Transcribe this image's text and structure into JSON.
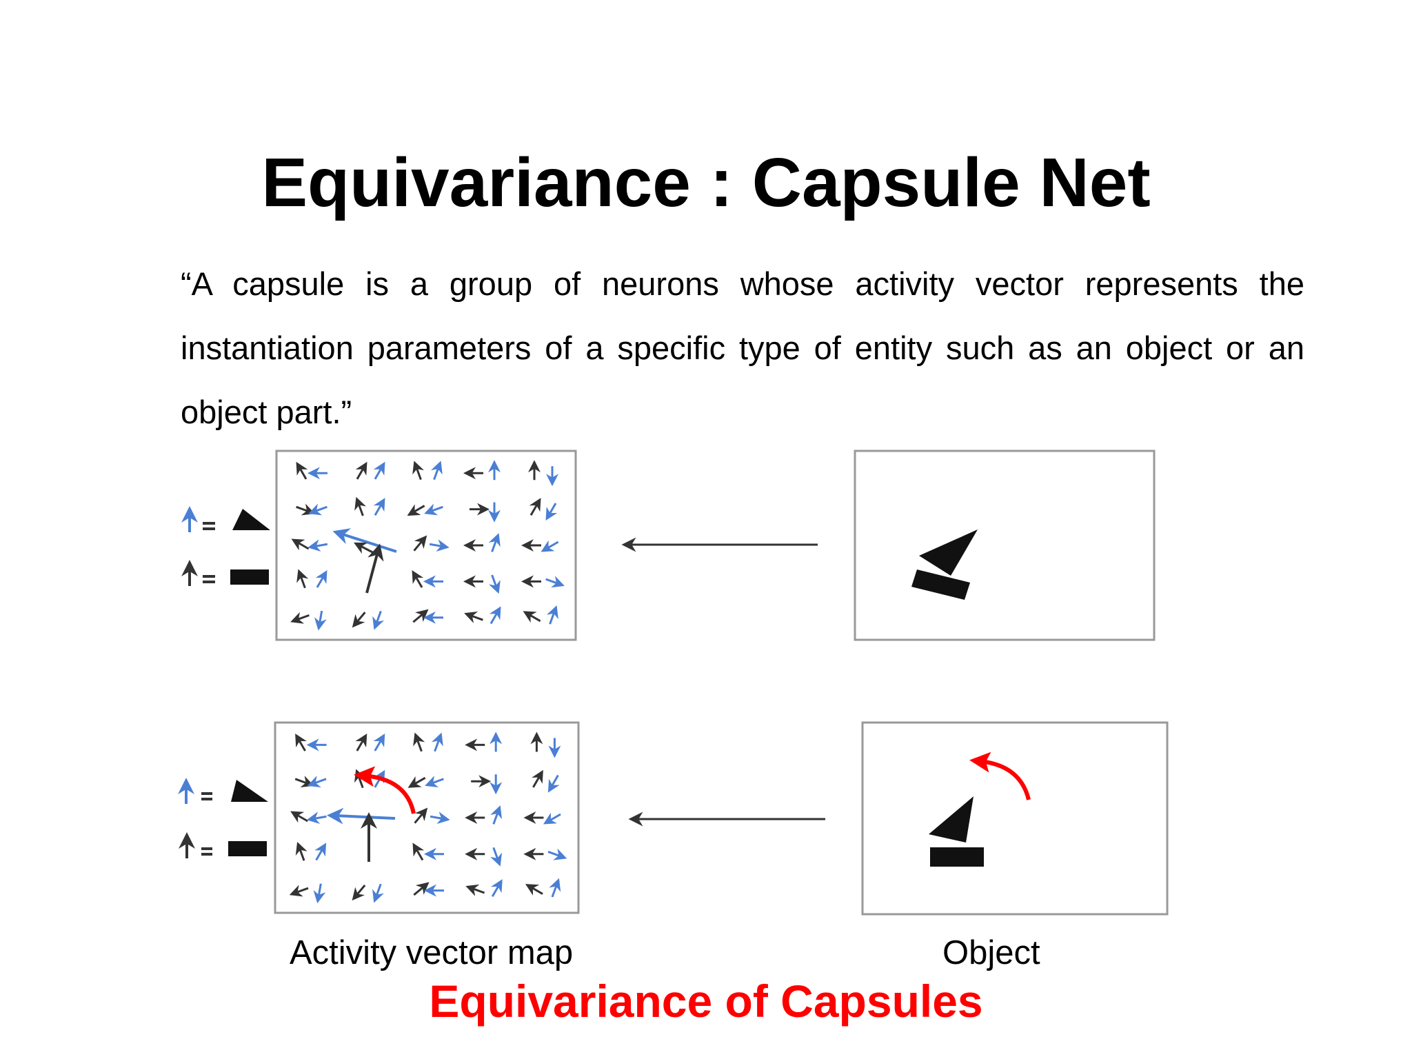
{
  "slide": {
    "title": "Equivariance : Capsule Net",
    "quote": "“A capsule is a group of neurons whose activity vector represents the instantiation parameters of a specific type of entity such as an object or an object part.”",
    "caption_map": "Activity vector map",
    "caption_object": "Object",
    "footer": "Equivariance of Capsules"
  },
  "colors": {
    "title": "#000000",
    "footer": "#ff0000",
    "dark_arrow": "#333333",
    "blue_arrow": "#4a7fd4",
    "rotation_arrow": "#ff0000",
    "box_border": "#999999"
  },
  "icons": [
    "triangle-capsule-icon",
    "rectangle-capsule-icon",
    "rotation-arrow-icon",
    "left-arrow-icon"
  ]
}
